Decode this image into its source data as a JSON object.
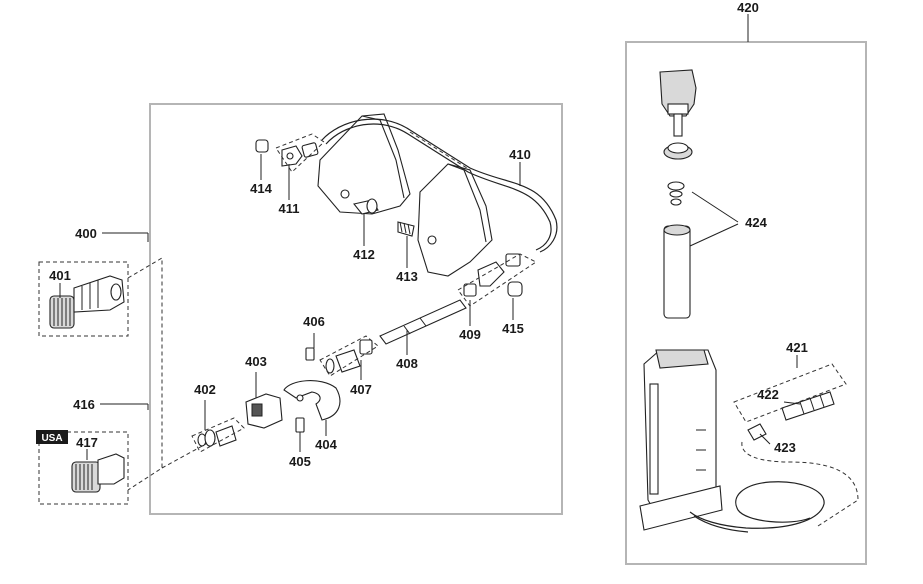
{
  "diagram": {
    "callouts": {
      "c400": "400",
      "c401": "401",
      "c402": "402",
      "c403": "403",
      "c404": "404",
      "c405": "405",
      "c406": "406",
      "c407": "407",
      "c408": "408",
      "c409": "409",
      "c410": "410",
      "c411": "411",
      "c412": "412",
      "c413": "413",
      "c414": "414",
      "c415": "415",
      "c416": "416",
      "c417": "417",
      "c420": "420",
      "c421": "421",
      "c422": "422",
      "c423": "423",
      "c424": "424"
    },
    "region_badge": "USA"
  }
}
